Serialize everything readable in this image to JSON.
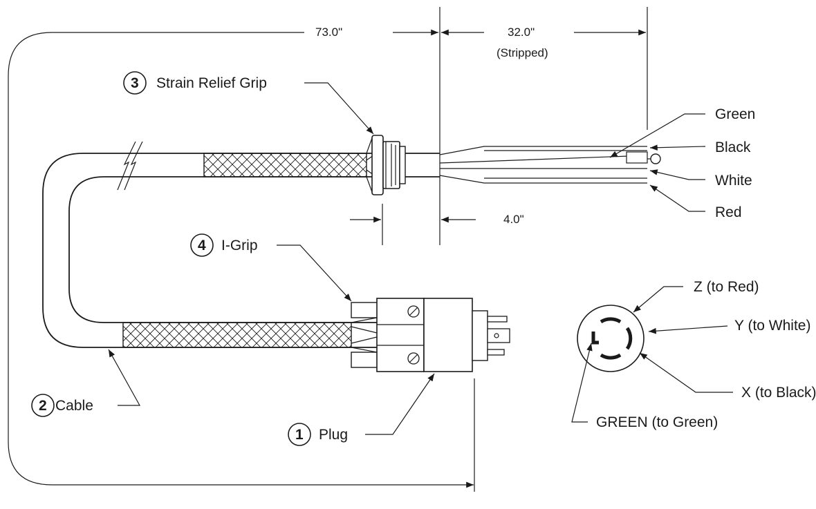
{
  "dimensions": {
    "overall": "73.0\"",
    "stripped": "32.0\"",
    "stripped_note": "(Stripped)",
    "grip_offset": "4.0\""
  },
  "callouts": [
    {
      "number": "1",
      "label": "Plug"
    },
    {
      "number": "2",
      "label": "Cable"
    },
    {
      "number": "3",
      "label": "Strain Relief Grip"
    },
    {
      "number": "4",
      "label": "I-Grip"
    }
  ],
  "wires": [
    "Green",
    "Black",
    "White",
    "Red"
  ],
  "receptacle_pins": [
    {
      "label": "Z (to Red)"
    },
    {
      "label": "Y (to White)"
    },
    {
      "label": "X (to Black)"
    },
    {
      "label": "GREEN (to Green)"
    }
  ],
  "colors": {
    "line": "#1a1a1a",
    "background": "#ffffff"
  }
}
